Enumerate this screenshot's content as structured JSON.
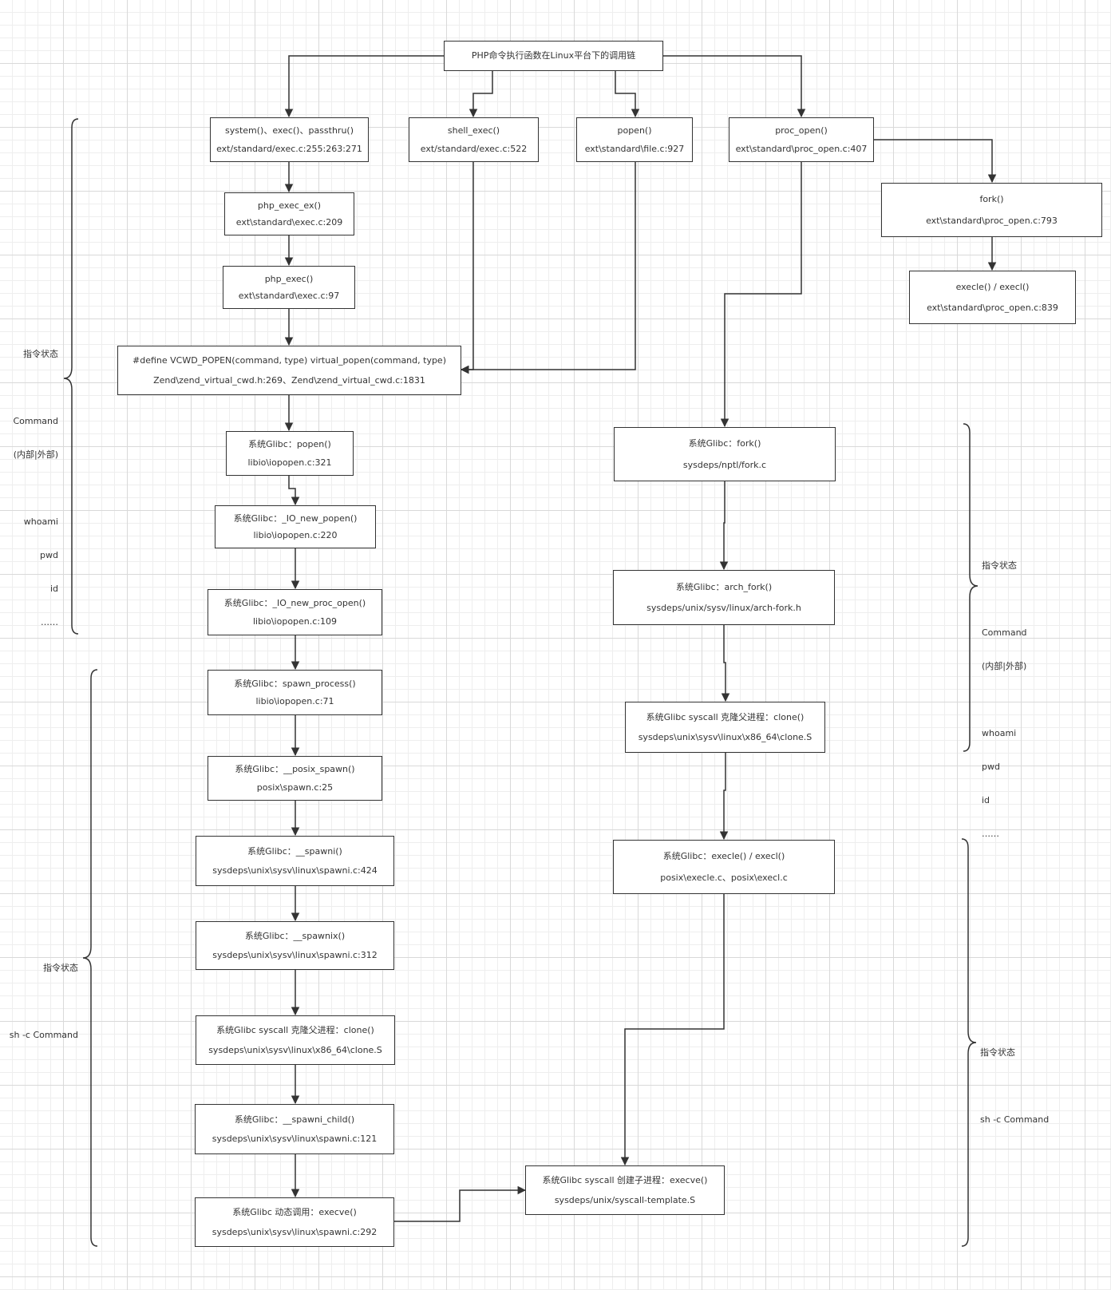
{
  "title": "PHP命令执行函数在Linux平台下的调用链",
  "nodes": {
    "system_exec": {
      "line1": "system()、exec()、passthru()",
      "line2": "ext/standard/exec.c:255:263:271"
    },
    "shell_exec": {
      "line1": "shell_exec()",
      "line2": "ext/standard/exec.c:522"
    },
    "popen": {
      "line1": "popen()",
      "line2": "ext\\standard\\file.c:927"
    },
    "proc_open": {
      "line1": "proc_open()",
      "line2": "ext\\standard\\proc_open.c:407"
    },
    "fork": {
      "line1": "fork()",
      "line2": "ext\\standard\\proc_open.c:793"
    },
    "execle": {
      "line1": "execle() / execl()",
      "line2": "ext\\standard\\proc_open.c:839"
    },
    "php_exec_ex": {
      "line1": "php_exec_ex()",
      "line2": "ext\\standard\\exec.c:209"
    },
    "php_exec": {
      "line1": "php_exec()",
      "line2": "ext\\standard\\exec.c:97"
    },
    "vcwd_popen": {
      "line1": "#define VCWD_POPEN(command, type) virtual_popen(command, type)",
      "line2": "Zend\\zend_virtual_cwd.h:269、Zend\\zend_virtual_cwd.c:1831"
    },
    "glibc_popen": {
      "line1": "系统Glibc：popen()",
      "line2": "libio\\iopopen.c:321"
    },
    "io_new_popen": {
      "line1": "系统Glibc：_IO_new_popen()",
      "line2": "libio\\iopopen.c:220"
    },
    "io_new_proc_open": {
      "line1": "系统Glibc：_IO_new_proc_open()",
      "line2": "libio\\iopopen.c:109"
    },
    "spawn_process": {
      "line1": "系统Glibc：spawn_process()",
      "line2": "libio\\iopopen.c:71"
    },
    "posix_spawn": {
      "line1": "系统Glibc：__posix_spawn()",
      "line2": "posix\\spawn.c:25"
    },
    "spawni": {
      "line1": "系统Glibc：__spawni()",
      "line2": "sysdeps\\unix\\sysv\\linux\\spawni.c:424"
    },
    "spawnix": {
      "line1": "系统Glibc：__spawnix()",
      "line2": "sysdeps\\unix\\sysv\\linux\\spawni.c:312"
    },
    "clone_left": {
      "line1": "系统Glibc syscall 克隆父进程：clone()",
      "line2": "sysdeps\\unix\\sysv\\linux\\x86_64\\clone.S"
    },
    "spawni_child": {
      "line1": "系统Glibc：__spawni_child()",
      "line2": "sysdeps\\unix\\sysv\\linux\\spawni.c:121"
    },
    "execve_dynamic": {
      "line1": "系统Glibc 动态调用：execve()",
      "line2": "sysdeps\\unix\\sysv\\linux\\spawni.c:292"
    },
    "glibc_fork": {
      "line1": "系统Glibc：fork()",
      "line2": "sysdeps/nptl/fork.c"
    },
    "arch_fork": {
      "line1": "系统Glibc：arch_fork()",
      "line2": "sysdeps/unix/sysv/linux/arch-fork.h"
    },
    "clone_right": {
      "line1": "系统Glibc syscall 克隆父进程：clone()",
      "line2": "sysdeps\\unix\\sysv\\linux\\x86_64\\clone.S"
    },
    "glibc_execle": {
      "line1": "系统Glibc：execle() / execl()",
      "line2": "posix\\execle.c、posix\\execl.c"
    },
    "execve_syscall": {
      "line1": "系统Glibc syscall 创建子进程：execve()",
      "line2": "sysdeps/unix/syscall-template.S"
    }
  },
  "notes": {
    "left_top": [
      "指令状态",
      "",
      "Command",
      "(内部|外部)",
      "",
      "whoami",
      "pwd",
      "id",
      "……"
    ],
    "left_bottom": [
      "指令状态",
      "",
      "sh -c Command"
    ],
    "right_top": [
      "指令状态",
      "",
      "Command",
      "(内部|外部)",
      "",
      "whoami",
      "pwd",
      "id",
      "……"
    ],
    "right_bottom": [
      "指令状态",
      "",
      "sh -c Command"
    ]
  },
  "colors": {
    "stroke": "#333333",
    "grid": "#d9d9d9",
    "background": "#ffffff"
  }
}
